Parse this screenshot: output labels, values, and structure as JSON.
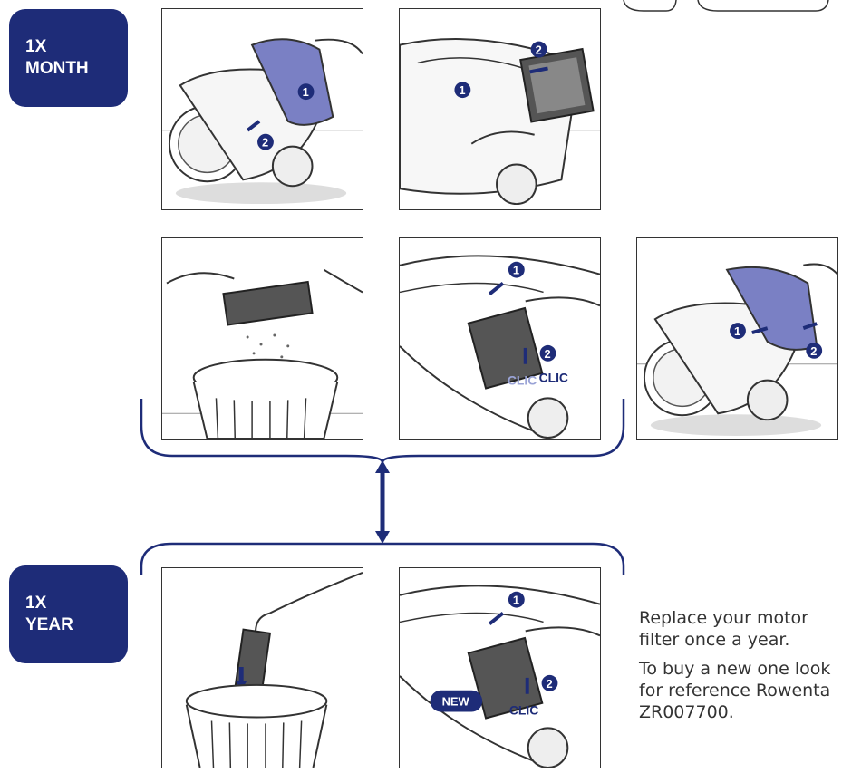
{
  "badges": {
    "month": {
      "line1": "1X",
      "line2": "MONTH"
    },
    "year": {
      "line1": "1X",
      "line2": "YEAR"
    }
  },
  "steps": {
    "n1": "1",
    "n2": "2"
  },
  "labels": {
    "clic": "CLIC",
    "new": "NEW"
  },
  "text": {
    "replace": "Replace your motor filter once a year.",
    "buy": "To buy a new one look for reference Rowenta ZR007700."
  },
  "colors": {
    "accent": "#1e2c78",
    "lid": "#7a80c4"
  }
}
